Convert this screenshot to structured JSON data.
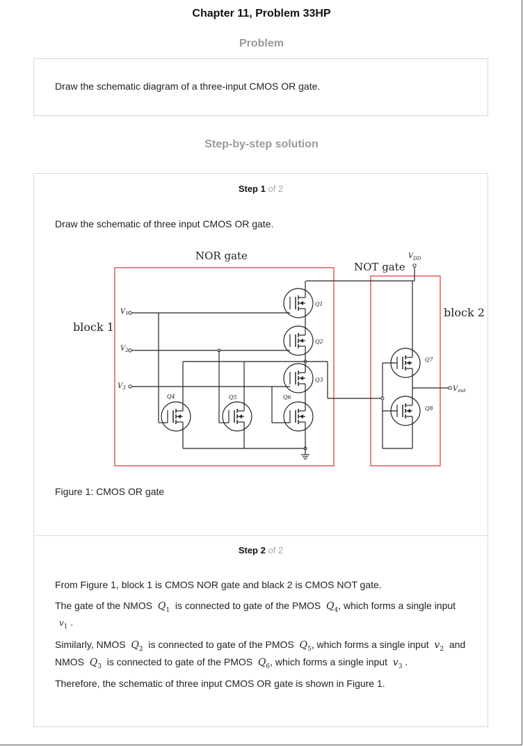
{
  "header": {
    "chapter_title": "Chapter 11, Problem 33HP",
    "problem_heading": "Problem",
    "solution_heading": "Step-by-step solution"
  },
  "problem": {
    "text": "Draw the schematic diagram of a three-input CMOS OR gate."
  },
  "step1": {
    "label": "Step 1",
    "of": "of 2",
    "intro": "Draw the schematic of three input CMOS OR gate.",
    "caption": "Figure 1: CMOS OR gate",
    "figure": {
      "nor_label": "NOR gate",
      "not_label": "NOT gate",
      "block1": "block 1",
      "block2": "block 2",
      "vdd": "V",
      "vdd_sub": "DD",
      "vout": "V",
      "vout_sub": "out",
      "v1": "V",
      "v1_sub": "1",
      "v2": "V",
      "v2_sub": "2",
      "v3": "V",
      "v3_sub": "3",
      "q1": "Q1",
      "q2": "Q2",
      "q3": "Q3",
      "q4": "Q4",
      "q5": "Q5",
      "q6": "Q6",
      "q7": "Q7",
      "q8": "Q8",
      "box_color": "#e03030"
    }
  },
  "step2": {
    "label": "Step 2",
    "of": "of 2",
    "p1": "From Figure 1, block 1 is CMOS NOR gate and black 2 is CMOS NOT gate.",
    "p2_a": "The gate of the NMOS",
    "p2_q1": "Q",
    "p2_q1_sub": "1",
    "p2_b": "is connected to gate of the PMOS",
    "p2_q4": "Q",
    "p2_q4_sub": "4",
    "p2_c": ", which forms a single input",
    "p2_v1": "v",
    "p2_v1_sub": "1",
    "p3_a": "Similarly, NMOS",
    "p3_q2": "Q",
    "p3_q2_sub": "2",
    "p3_b": "is connected to gate of the PMOS",
    "p3_q5": "Q",
    "p3_q5_sub": "5",
    "p3_c": ", which forms a single input",
    "p3_v2": "v",
    "p3_v2_sub": "2",
    "p3_d": "and",
    "p4_a": "NMOS",
    "p4_q3": "Q",
    "p4_q3_sub": "3",
    "p4_b": "is connected to gate of the PMOS",
    "p4_q6": "Q",
    "p4_q6_sub": "6",
    "p4_c": ", which forms a single input",
    "p4_v3": "v",
    "p4_v3_sub": "3",
    "p5": "Therefore, the schematic of three input CMOS OR gate is shown in Figure 1."
  }
}
